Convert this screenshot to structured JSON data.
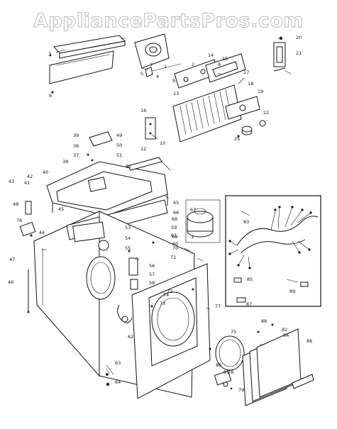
{
  "watermark": "AppliancePartsPros.com",
  "callouts": [
    {
      "text": "1"
    },
    {
      "text": "2"
    },
    {
      "text": "3"
    },
    {
      "text": "4"
    },
    {
      "text": "5"
    },
    {
      "text": "6"
    },
    {
      "text": "7"
    },
    {
      "text": "8"
    },
    {
      "text": "9"
    },
    {
      "text": "10"
    },
    {
      "text": "12"
    },
    {
      "text": "13"
    },
    {
      "text": "14"
    },
    {
      "text": "15"
    },
    {
      "text": "16"
    },
    {
      "text": "17"
    },
    {
      "text": "18"
    },
    {
      "text": "19"
    },
    {
      "text": "20"
    },
    {
      "text": "21"
    },
    {
      "text": "22"
    },
    {
      "text": "25"
    },
    {
      "text": "36"
    },
    {
      "text": "37"
    },
    {
      "text": "38"
    },
    {
      "text": "39"
    },
    {
      "text": "40"
    },
    {
      "text": "41"
    },
    {
      "text": "42"
    },
    {
      "text": "43"
    },
    {
      "text": "44"
    },
    {
      "text": "45"
    },
    {
      "text": "46"
    },
    {
      "text": "47"
    },
    {
      "text": "48"
    },
    {
      "text": "49"
    },
    {
      "text": "50"
    },
    {
      "text": "51"
    },
    {
      "text": "52"
    },
    {
      "text": "53"
    },
    {
      "text": "54"
    },
    {
      "text": "55"
    },
    {
      "text": "56"
    },
    {
      "text": "57"
    },
    {
      "text": "58"
    },
    {
      "text": "59"
    },
    {
      "text": "60"
    },
    {
      "text": "61"
    },
    {
      "text": "62"
    },
    {
      "text": "63"
    },
    {
      "text": "64"
    },
    {
      "text": "65"
    },
    {
      "text": "66"
    },
    {
      "text": "67"
    },
    {
      "text": "68"
    },
    {
      "text": "69"
    },
    {
      "text": "70"
    },
    {
      "text": "71"
    },
    {
      "text": "72"
    },
    {
      "text": "73"
    },
    {
      "text": "74"
    },
    {
      "text": "75"
    },
    {
      "text": "76"
    },
    {
      "text": "77"
    },
    {
      "text": "78"
    },
    {
      "text": "79"
    },
    {
      "text": "80"
    },
    {
      "text": "81"
    },
    {
      "text": "82"
    },
    {
      "text": "83"
    },
    {
      "text": "84"
    },
    {
      "text": "85"
    },
    {
      "text": "86"
    },
    {
      "text": "87"
    },
    {
      "text": "88"
    },
    {
      "text": "89"
    }
  ]
}
